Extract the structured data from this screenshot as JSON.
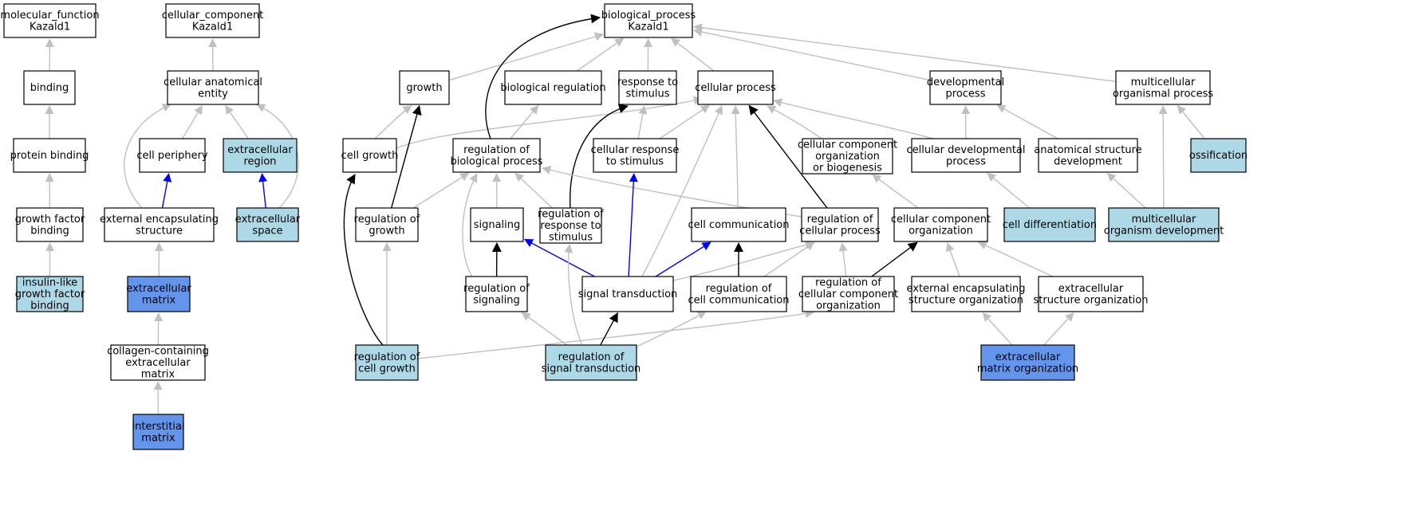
{
  "colors": {
    "white": "#ffffff",
    "light": "#add8e6",
    "dark": "#6495ed",
    "edge_is_a": "#c0c0c0",
    "edge_part_of": "#0000ff",
    "edge_regulates": "#000000"
  },
  "nodes": [
    {
      "id": "mf",
      "lines": [
        "molecular_function",
        "Kazald1"
      ],
      "fill": "white"
    },
    {
      "id": "binding",
      "lines": [
        "binding"
      ],
      "fill": "white"
    },
    {
      "id": "protbind",
      "lines": [
        "protein binding"
      ],
      "fill": "white"
    },
    {
      "id": "gfbind",
      "lines": [
        "growth factor",
        "binding"
      ],
      "fill": "white"
    },
    {
      "id": "insulin",
      "lines": [
        "insulin-like",
        "growth factor",
        "binding"
      ],
      "fill": "light"
    },
    {
      "id": "cc",
      "lines": [
        "cellular_component",
        "Kazald1"
      ],
      "fill": "white"
    },
    {
      "id": "cae",
      "lines": [
        "cellular anatomical",
        "entity"
      ],
      "fill": "white"
    },
    {
      "id": "cellper",
      "lines": [
        "cell periphery"
      ],
      "fill": "white"
    },
    {
      "id": "exreg",
      "lines": [
        "extracellular",
        "region"
      ],
      "fill": "light"
    },
    {
      "id": "exencstr",
      "lines": [
        "external encapsulating",
        "structure"
      ],
      "fill": "white"
    },
    {
      "id": "exspace",
      "lines": [
        "extracellular",
        "space"
      ],
      "fill": "light"
    },
    {
      "id": "ecm",
      "lines": [
        "extracellular",
        "matrix"
      ],
      "fill": "dark"
    },
    {
      "id": "collagen",
      "lines": [
        "collagen-containing",
        "extracellular",
        "matrix"
      ],
      "fill": "white"
    },
    {
      "id": "interstitial",
      "lines": [
        "interstitial",
        "matrix"
      ],
      "fill": "dark"
    },
    {
      "id": "bp",
      "lines": [
        "biological_process",
        "Kazald1"
      ],
      "fill": "white"
    },
    {
      "id": "growth",
      "lines": [
        "growth"
      ],
      "fill": "white"
    },
    {
      "id": "bioreg",
      "lines": [
        "biological regulation"
      ],
      "fill": "white"
    },
    {
      "id": "resp",
      "lines": [
        "response to",
        "stimulus"
      ],
      "fill": "white"
    },
    {
      "id": "cellproc",
      "lines": [
        "cellular process"
      ],
      "fill": "white"
    },
    {
      "id": "devproc",
      "lines": [
        "developmental",
        "process"
      ],
      "fill": "white"
    },
    {
      "id": "multiproc",
      "lines": [
        "multicellular",
        "organismal process"
      ],
      "fill": "white"
    },
    {
      "id": "cellgrowth",
      "lines": [
        "cell growth"
      ],
      "fill": "white"
    },
    {
      "id": "regbio",
      "lines": [
        "regulation of",
        "biological process"
      ],
      "fill": "white"
    },
    {
      "id": "cellresp",
      "lines": [
        "cellular response",
        "to stimulus"
      ],
      "fill": "white"
    },
    {
      "id": "ccob",
      "lines": [
        "cellular component",
        "organization",
        "or biogenesis"
      ],
      "fill": "white"
    },
    {
      "id": "celldev",
      "lines": [
        "cellular developmental",
        "process"
      ],
      "fill": "white"
    },
    {
      "id": "anatdev",
      "lines": [
        "anatomical structure",
        "development"
      ],
      "fill": "white"
    },
    {
      "id": "ossif",
      "lines": [
        "ossification"
      ],
      "fill": "light"
    },
    {
      "id": "reggrowth",
      "lines": [
        "regulation of",
        "growth"
      ],
      "fill": "white"
    },
    {
      "id": "signaling",
      "lines": [
        "signaling"
      ],
      "fill": "white"
    },
    {
      "id": "regresp",
      "lines": [
        "regulation of",
        "response to",
        "stimulus"
      ],
      "fill": "white"
    },
    {
      "id": "cellcomm",
      "lines": [
        "cell communication"
      ],
      "fill": "white"
    },
    {
      "id": "regcellproc",
      "lines": [
        "regulation of",
        "cellular process"
      ],
      "fill": "white"
    },
    {
      "id": "ccorg",
      "lines": [
        "cellular component",
        "organization"
      ],
      "fill": "white"
    },
    {
      "id": "celldiff",
      "lines": [
        "cell differentiation"
      ],
      "fill": "light"
    },
    {
      "id": "multidev",
      "lines": [
        "multicellular",
        "organism development"
      ],
      "fill": "light"
    },
    {
      "id": "regsig",
      "lines": [
        "regulation of",
        "signaling"
      ],
      "fill": "white"
    },
    {
      "id": "sigtrans",
      "lines": [
        "signal transduction"
      ],
      "fill": "white"
    },
    {
      "id": "regcellcomm",
      "lines": [
        "regulation of",
        "cell communication"
      ],
      "fill": "white"
    },
    {
      "id": "regccorg",
      "lines": [
        "regulation of",
        "cellular component",
        "organization"
      ],
      "fill": "white"
    },
    {
      "id": "exencorg",
      "lines": [
        "external encapsulating",
        "structure organization"
      ],
      "fill": "white"
    },
    {
      "id": "exstrorg",
      "lines": [
        "extracellular",
        "structure organization"
      ],
      "fill": "white"
    },
    {
      "id": "regcellgrowth",
      "lines": [
        "regulation of",
        "cell growth"
      ],
      "fill": "light"
    },
    {
      "id": "regsigtrans",
      "lines": [
        "regulation of",
        "signal transduction"
      ],
      "fill": "light"
    },
    {
      "id": "ecmorg",
      "lines": [
        "extracellular",
        "matrix organization"
      ],
      "fill": "dark"
    }
  ],
  "edges": [
    {
      "from": "binding",
      "to": "mf",
      "type": "is_a"
    },
    {
      "from": "protbind",
      "to": "binding",
      "type": "is_a"
    },
    {
      "from": "gfbind",
      "to": "protbind",
      "type": "is_a"
    },
    {
      "from": "insulin",
      "to": "gfbind",
      "type": "is_a"
    },
    {
      "from": "cae",
      "to": "cc",
      "type": "is_a"
    },
    {
      "from": "cellper",
      "to": "cae",
      "type": "is_a"
    },
    {
      "from": "exreg",
      "to": "cae",
      "type": "is_a"
    },
    {
      "from": "exencstr",
      "to": "cae",
      "type": "is_a"
    },
    {
      "from": "exencstr",
      "to": "cellper",
      "type": "part_of"
    },
    {
      "from": "exspace",
      "to": "cae",
      "type": "is_a"
    },
    {
      "from": "exspace",
      "to": "exreg",
      "type": "part_of"
    },
    {
      "from": "ecm",
      "to": "exencstr",
      "type": "is_a"
    },
    {
      "from": "collagen",
      "to": "ecm",
      "type": "is_a"
    },
    {
      "from": "interstitial",
      "to": "collagen",
      "type": "is_a"
    },
    {
      "from": "growth",
      "to": "bp",
      "type": "is_a"
    },
    {
      "from": "bioreg",
      "to": "bp",
      "type": "is_a"
    },
    {
      "from": "resp",
      "to": "bp",
      "type": "is_a"
    },
    {
      "from": "cellproc",
      "to": "bp",
      "type": "is_a"
    },
    {
      "from": "devproc",
      "to": "bp",
      "type": "is_a"
    },
    {
      "from": "multiproc",
      "to": "bp",
      "type": "is_a"
    },
    {
      "from": "cellgrowth",
      "to": "growth",
      "type": "is_a"
    },
    {
      "from": "cellgrowth",
      "to": "cellproc",
      "type": "is_a"
    },
    {
      "from": "regbio",
      "to": "bioreg",
      "type": "is_a"
    },
    {
      "from": "regbio",
      "to": "bp",
      "type": "regulates"
    },
    {
      "from": "cellresp",
      "to": "resp",
      "type": "is_a"
    },
    {
      "from": "cellresp",
      "to": "cellproc",
      "type": "is_a"
    },
    {
      "from": "ccob",
      "to": "cellproc",
      "type": "is_a"
    },
    {
      "from": "celldev",
      "to": "cellproc",
      "type": "is_a"
    },
    {
      "from": "celldev",
      "to": "devproc",
      "type": "is_a"
    },
    {
      "from": "anatdev",
      "to": "devproc",
      "type": "is_a"
    },
    {
      "from": "ossif",
      "to": "multiproc",
      "type": "is_a"
    },
    {
      "from": "reggrowth",
      "to": "regbio",
      "type": "is_a"
    },
    {
      "from": "reggrowth",
      "to": "growth",
      "type": "regulates"
    },
    {
      "from": "signaling",
      "to": "regbio",
      "type": "is_a"
    },
    {
      "from": "regresp",
      "to": "regbio",
      "type": "is_a"
    },
    {
      "from": "regresp",
      "to": "resp",
      "type": "regulates"
    },
    {
      "from": "cellcomm",
      "to": "cellproc",
      "type": "is_a"
    },
    {
      "from": "regcellproc",
      "to": "regbio",
      "type": "is_a"
    },
    {
      "from": "regcellproc",
      "to": "cellproc",
      "type": "regulates"
    },
    {
      "from": "ccorg",
      "to": "ccob",
      "type": "is_a"
    },
    {
      "from": "celldiff",
      "to": "celldev",
      "type": "is_a"
    },
    {
      "from": "multidev",
      "to": "anatdev",
      "type": "is_a"
    },
    {
      "from": "multidev",
      "to": "multiproc",
      "type": "is_a"
    },
    {
      "from": "regsig",
      "to": "regbio",
      "type": "is_a"
    },
    {
      "from": "regsig",
      "to": "signaling",
      "type": "regulates"
    },
    {
      "from": "sigtrans",
      "to": "signaling",
      "type": "part_of"
    },
    {
      "from": "sigtrans",
      "to": "cellresp",
      "type": "part_of"
    },
    {
      "from": "sigtrans",
      "to": "cellcomm",
      "type": "part_of"
    },
    {
      "from": "sigtrans",
      "to": "cellproc",
      "type": "is_a"
    },
    {
      "from": "sigtrans",
      "to": "regcellproc",
      "type": "is_a"
    },
    {
      "from": "regcellcomm",
      "to": "cellcomm",
      "type": "regulates"
    },
    {
      "from": "regcellcomm",
      "to": "regcellproc",
      "type": "is_a"
    },
    {
      "from": "regccorg",
      "to": "regcellproc",
      "type": "is_a"
    },
    {
      "from": "regccorg",
      "to": "ccorg",
      "type": "regulates"
    },
    {
      "from": "exencorg",
      "to": "ccorg",
      "type": "is_a"
    },
    {
      "from": "exstrorg",
      "to": "ccorg",
      "type": "is_a"
    },
    {
      "from": "regcellgrowth",
      "to": "reggrowth",
      "type": "is_a"
    },
    {
      "from": "regcellgrowth",
      "to": "cellgrowth",
      "type": "regulates"
    },
    {
      "from": "regcellgrowth",
      "to": "regccorg",
      "type": "is_a"
    },
    {
      "from": "regsigtrans",
      "to": "sigtrans",
      "type": "regulates"
    },
    {
      "from": "regsigtrans",
      "to": "regsig",
      "type": "is_a"
    },
    {
      "from": "regsigtrans",
      "to": "regresp",
      "type": "is_a"
    },
    {
      "from": "regsigtrans",
      "to": "regcellcomm",
      "type": "is_a"
    },
    {
      "from": "ecmorg",
      "to": "exencorg",
      "type": "is_a"
    },
    {
      "from": "ecmorg",
      "to": "exstrorg",
      "type": "is_a"
    }
  ]
}
